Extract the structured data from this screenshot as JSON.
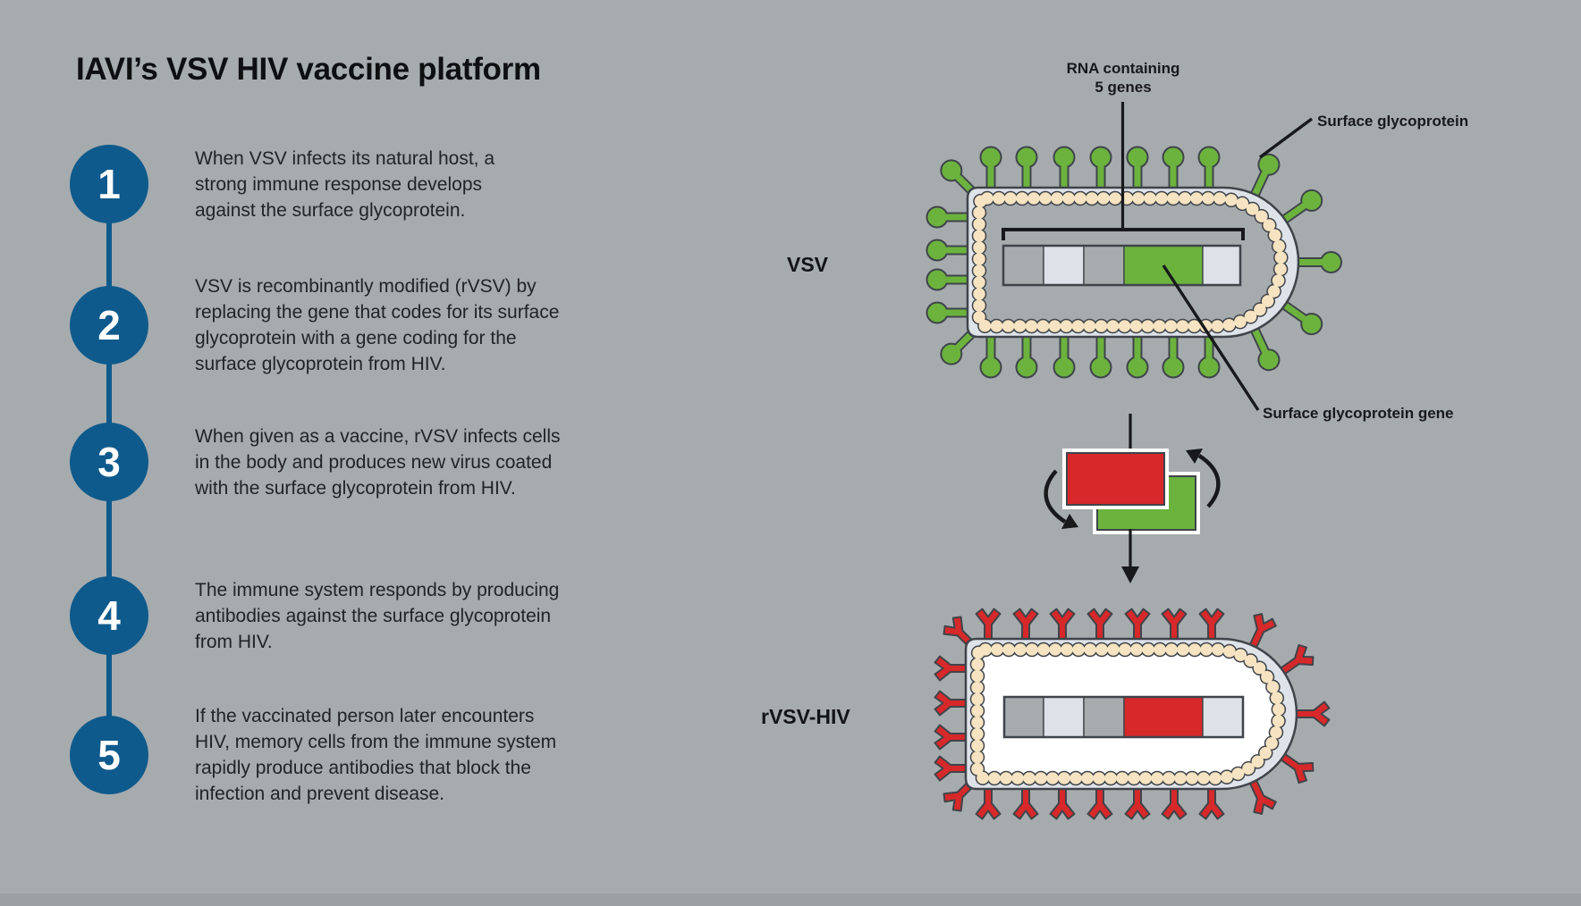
{
  "title": "IAVI’s VSV HIV vaccine platform",
  "steps": [
    {
      "number": "1",
      "text": "When VSV infects its natural host, a\nstrong immune response develops\nagainst the surface glycoprotein."
    },
    {
      "number": "2",
      "text": "VSV is recombinantly modified (rVSV) by\nreplacing the gene that codes for its surface\nglycoprotein with a gene coding for the\nsurface glycoprotein from HIV."
    },
    {
      "number": "3",
      "text": "When given as a vaccine, rVSV infects cells\nin the body and produces new virus coated\nwith the surface glycoprotein from HIV."
    },
    {
      "number": "4",
      "text": "The immune system responds by producing\nantibodies against the surface glycoprotein\nfrom HIV."
    },
    {
      "number": "5",
      "text": "If the vaccinated person later encounters\nHIV, memory cells from the immune system\nrapidly produce antibodies that block the\ninfection and prevent disease."
    }
  ],
  "diagram": {
    "vsv_label": "VSV",
    "rvsv_label": "rVSV-HIV",
    "rna_label": "RNA containing\n5 genes",
    "surface_glycoprotein_label": "Surface glycoprotein",
    "surface_glycoprotein_gene_label": "Surface glycoprotein gene"
  },
  "colors": {
    "background": "#a6abae",
    "step_circle_blue": "#0e5a8c",
    "vsv_green": "#6cb33e",
    "hiv_red": "#d7282a",
    "nucleocapsid_cream": "#f6e3c1",
    "membrane_gray": "#dde3e9",
    "gene_segment_light": "#dce2e8",
    "gene_segment_gray": "#a6abae",
    "interior_white": "#ffffff",
    "outline_dark": "#3f444a",
    "line_black": "#17191b"
  }
}
